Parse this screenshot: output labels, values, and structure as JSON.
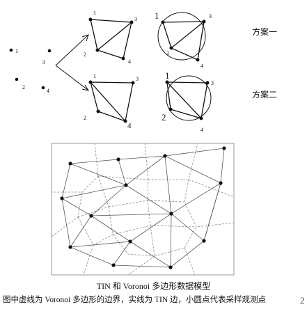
{
  "top": {
    "points": [
      {
        "id": "p1",
        "label": "1"
      },
      {
        "id": "p2",
        "label": "2"
      },
      {
        "id": "p3",
        "label": "3"
      },
      {
        "id": "p4",
        "label": "4"
      }
    ],
    "schemes": [
      {
        "id": "s1",
        "name": "方案一",
        "labels": [
          "1",
          "3",
          "2",
          "4"
        ],
        "circle_labels": [
          "1",
          "3",
          "2",
          "4"
        ]
      },
      {
        "id": "s2",
        "name": "方案二",
        "labels": [
          "1",
          "3",
          "2",
          "4"
        ],
        "circle_labels": [
          "1",
          "3",
          "2",
          "4"
        ]
      }
    ]
  },
  "caption": {
    "title": "TIN 和 Voronoi 多边形数据模型",
    "note": "图中虚线为 Voronoi 多边形的边界，实线为 TIN 边，小圆点代表采样观测点",
    "page_mark": "2"
  },
  "colors": {
    "ink": "#111111",
    "tin_line": "#555555",
    "voronoi_line": "#8a8a8a",
    "frame": "#999999"
  }
}
